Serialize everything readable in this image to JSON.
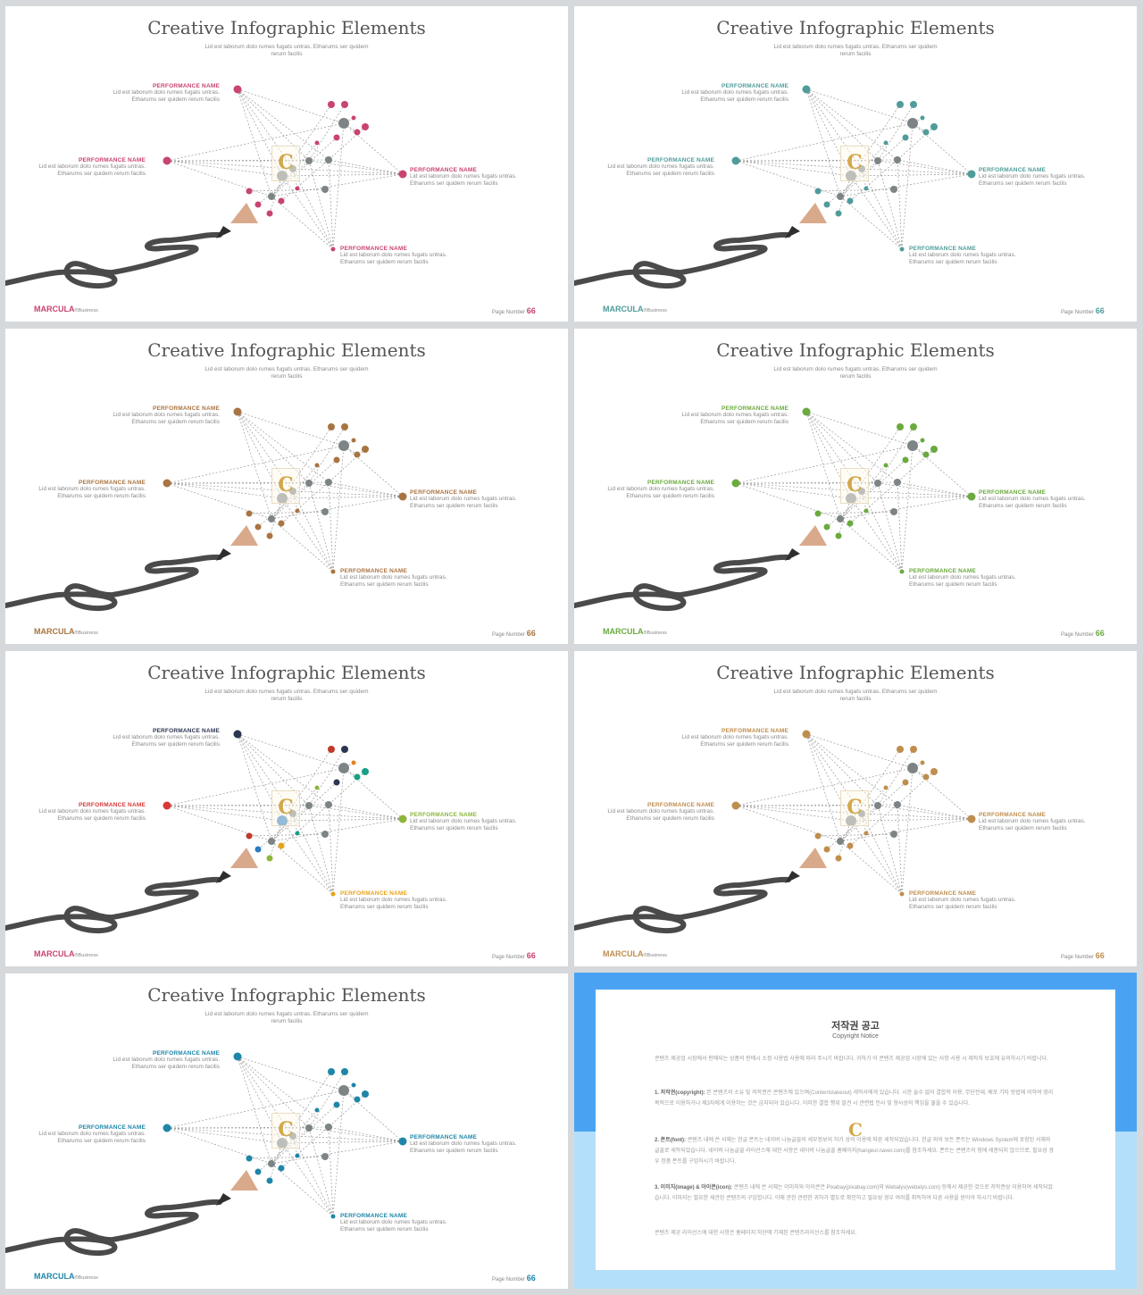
{
  "slide_title": "Creative Infographic Elements",
  "slide_subtitle": "Lid est laborum dolo rumes fugats untras. Etharums ser quidem rerum facilis",
  "perf_name": "PERFORMANCE NAME",
  "perf_desc": "Lid est laborum dolo rumes fugats untras. Etharums ser quidem rerum facilis",
  "brand": "MARCULA",
  "brand_suffix": "®Business",
  "page_label": "Page Number",
  "page_number": "66",
  "logo_letter": "C",
  "slides": [
    {
      "accent": "#c9446e",
      "nodes": [
        "#c9446e",
        "#c9446e",
        "#c9446e",
        "#c9446e"
      ]
    },
    {
      "accent": "#4f9c9a",
      "nodes": [
        "#4f9c9a",
        "#4f9c9a",
        "#4f9c9a",
        "#4f9c9a"
      ]
    },
    {
      "accent": "#a97441",
      "nodes": [
        "#a97441",
        "#a97441",
        "#a97441",
        "#a97441"
      ]
    },
    {
      "accent": "#6aaa3e",
      "nodes": [
        "#6aaa3e",
        "#6aaa3e",
        "#6aaa3e",
        "#6aaa3e"
      ]
    },
    {
      "accent": "#c9446e",
      "nodes": [
        "#2b3650",
        "#d93838",
        "#8cb63c",
        "#e8a21a"
      ],
      "multi": true
    },
    {
      "accent": "#bf8e4d",
      "nodes": [
        "#bf8e4d",
        "#bf8e4d",
        "#bf8e4d",
        "#bf8e4d"
      ]
    },
    {
      "accent": "#1e86a8",
      "nodes": [
        "#1e86a8",
        "#1e86a8",
        "#1e86a8",
        "#1e86a8"
      ]
    }
  ],
  "notice": {
    "title": "저작권 공고",
    "subtitle": "Copyright Notice",
    "intro": "콘텐츠 제공업 시장에서 판매되는 상품의 판매시 소정 사용법 사용에 따라 주시기 바랍니다. 귀하가 이 콘텐츠 제공업 시장에 있는 사항 사용 시 제작자 보호에 유의하시기 바랍니다.",
    "p1_title": "1. 저작권(copyright):",
    "p1": "본 콘텐츠의 소유 및 저작권은 콘텐츠에 있으며(Contentstakeout) 세작사에게 있습니다. 시한 술수 없이 결합적 이용, 무단전재, 배포 기타 방법에 의하여 영리 목적으로 이용하거나 제3자에게 이용하는 것은 금지되어 있습니다. 이러한 결합 행위 발견 시 관련법 민사 및 형사상의 책임을 물을 수 있습니다.",
    "p2_title": "2. 폰트(font):",
    "p2": "콘텐츠 내에 쓴 서체는 한글 폰트는 네이버 나눔글꼴의 세부정보의 허가 상의 이용에 따른 세작되었습니다. 한글 외의 보든 폰트는 Windows System에 포함된 서체와 글꼴로 세작되었습니다. 네이버 나눔글꼴 라이선스에 대한 사항은 네이버 나눔글꼴 홈페이지(hangeul.naver.com)를 참조하세요. 폰트는 콘텐츠의 형에 세종되지 않으므로, 필요성 경우 정품 폰트를 구입하시기 바랍니다.",
    "p3_title": "3. 이미지(image) & 아이콘(icon):",
    "p3": "콘텐츠 내에 쓴 서체는 이미지와 아이콘은 Pixabay(pixabay.com)와 Webalys(webalys.com) 등에서 제공한 것으로 저작권상 이용하여 세작되었습니다. 이미지는 필요한 세관된 콘텐츠의 구입합니다. 이에 관한 관련한 귀하가 별도로 확인하고 필요성 경우 여러를 취득하여 다른 사용을 받아야 하시기 바랍니다.",
    "outro": "콘텐츠 제공 라이선스에 대한 사항은 홈페이지 하단에 기재된 콘텐츠라이선스를 참조하세요."
  }
}
